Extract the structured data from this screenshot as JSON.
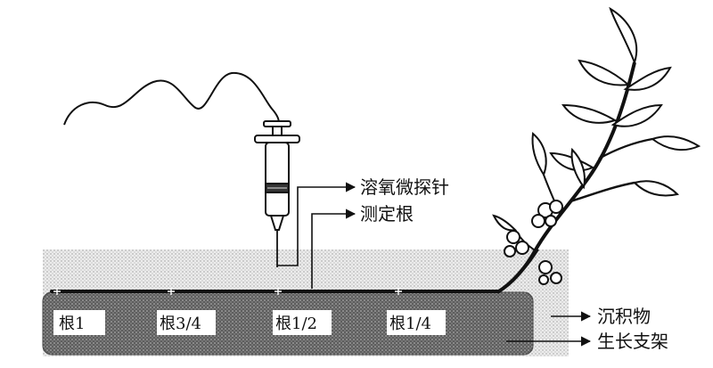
{
  "labels": {
    "probe": "溶氧微探针",
    "root": "测定根",
    "sediment": "沉积物",
    "support": "生长支架"
  },
  "root_positions": [
    "根1",
    "根3/4",
    "根1/2",
    "根1/4"
  ],
  "colors": {
    "sediment_fill": "#e6e6e6",
    "support_fill": "#5a5a5a",
    "line": "#111111"
  }
}
